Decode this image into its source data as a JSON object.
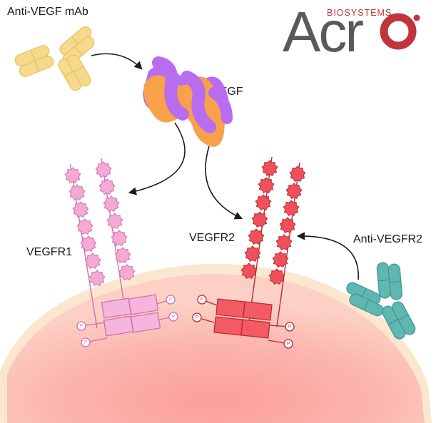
{
  "labels": {
    "anti_vegf": "Anti-VEGF mAb",
    "vegf": "VEGF",
    "vegfr1": "VEGFR1",
    "vegfr2": "VEGFR2",
    "anti_vegfr2": "Anti-VEGFR2"
  },
  "logo": {
    "top": "BIOSYSTEMS",
    "main": "Acr"
  },
  "phospho_symbol": "P",
  "colors": {
    "antibody_yellow": "#f6d98a",
    "antibody_teal": "#5fb7b2",
    "vegf_purple": "#b86cf0",
    "vegf_orange": "#f7a14a",
    "vegfr1_pink": "#f5a9d5",
    "vegfr2_red": "#f0505c",
    "cell_fill": "#fbb8b0",
    "logo_grey": "#5a5a5a",
    "logo_red": "#c0343c"
  },
  "icons": {
    "anti_vegf_antibody": "y-antibody-icon",
    "anti_vegfr2_antibody": "y-antibody-icon",
    "vegf_dimer": "twisted-dimer-icon",
    "phosphate": "phosphate-circle-icon"
  }
}
